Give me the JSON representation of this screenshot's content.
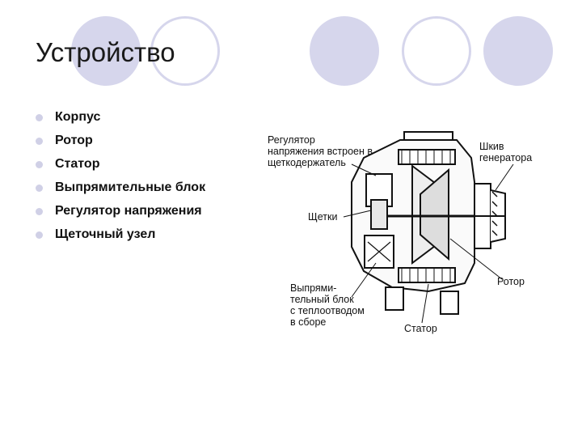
{
  "title": "Устройство",
  "bullets": [
    "Корпус",
    "Ротор",
    "Статор",
    "Выпрямительные блок",
    "Регулятор напряжения",
    "Щеточный узел"
  ],
  "diagram": {
    "labels": {
      "regulator": [
        "Регулятор",
        "напряжения встроен в",
        "щеткодержатель"
      ],
      "pulley": [
        "Шкив",
        "генератора"
      ],
      "brushes": "Щетки",
      "rotor": "Ротор",
      "rectifier": [
        "Выпрями-",
        "тельный блок",
        "с теплоотводом",
        "в сборе"
      ],
      "stator": "Статор"
    }
  },
  "colors": {
    "accent_circle": "#d6d6ec",
    "bullet": "#d0d0e6"
  }
}
